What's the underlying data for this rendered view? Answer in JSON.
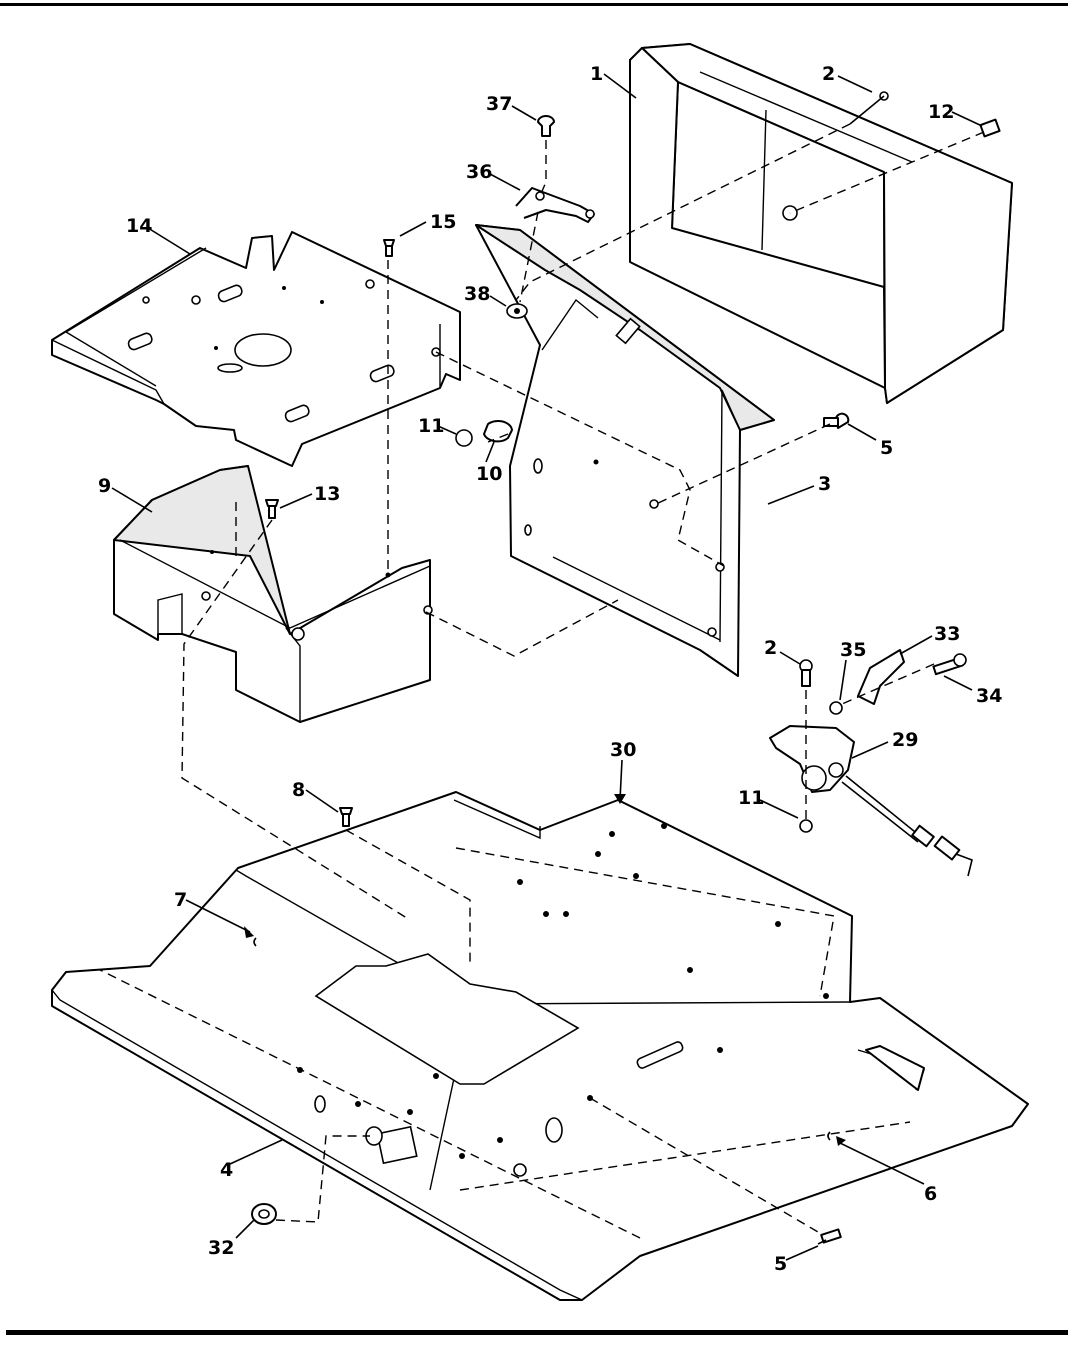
{
  "diagram": {
    "callouts": {
      "c1": "1",
      "c2a": "2",
      "c12": "12",
      "c37": "37",
      "c36": "36",
      "c14": "14",
      "c15": "15",
      "c38": "38",
      "c11a": "11",
      "c10": "10",
      "c5a": "5",
      "c3": "3",
      "c9": "9",
      "c13": "13",
      "c33": "33",
      "c2b": "2",
      "c35": "35",
      "c34": "34",
      "c29": "29",
      "c30": "30",
      "c11b": "11",
      "c8": "8",
      "c7": "7",
      "c4": "4",
      "c6": "6",
      "c32": "32",
      "c5b": "5"
    }
  }
}
